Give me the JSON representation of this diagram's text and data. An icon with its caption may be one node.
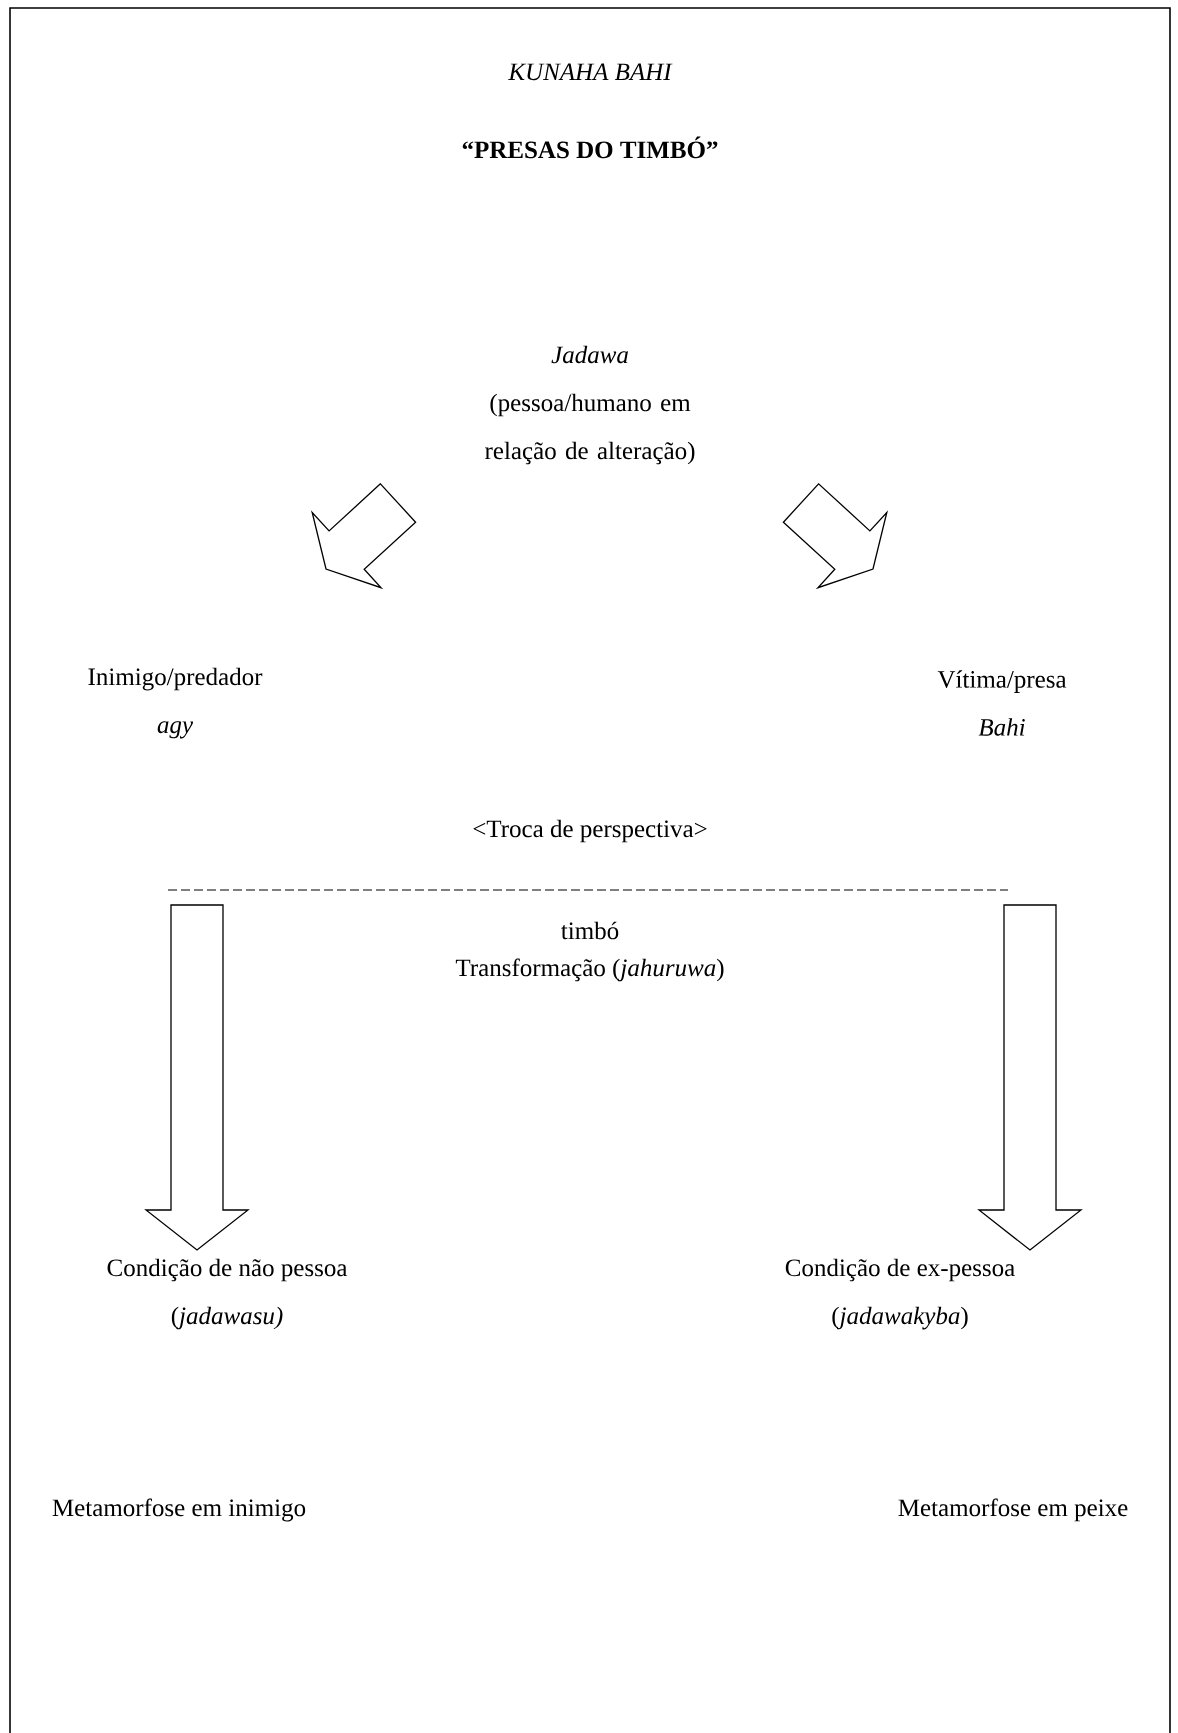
{
  "diagram": {
    "title": "KUNAHA BAHI",
    "nodes": [
      {
        "text": [
          "*Jadawa*",
          "(pessoa/humano em relação de alteração)"
        ]
      },
      {
        "text": [
          "Inimigo/predador",
          "*agy*"
        ]
      },
      {
        "text": [
          "Vítima/presa",
          "*Bahi*"
        ]
      },
      {
        "text": [
          "Condição de não pessoa",
          "(*jadawasu)*"
        ]
      },
      {
        "text": [
          "Condição de ex-pessoa",
          "(*jadawakyba*)"
        ]
      }
    ],
    "edges": [
      {
        "from": 0,
        "to": 1,
        "arrow": "to"
      },
      {
        "from": 0,
        "to": 2,
        "arrow": "to"
      },
      {
        "from": null,
        "to": 3,
        "arrow": "to"
      },
      {
        "from": null,
        "to": 4,
        "arrow": "to"
      }
    ],
    "labels": [
      "**“PRESAS DO TIMBÓ”**",
      "<Troca de perspectiva>",
      "timbó",
      "Transformação (*jahuruwa*)",
      "Metamorfose em inimigo",
      "Metamorfose em peixe"
    ]
  }
}
